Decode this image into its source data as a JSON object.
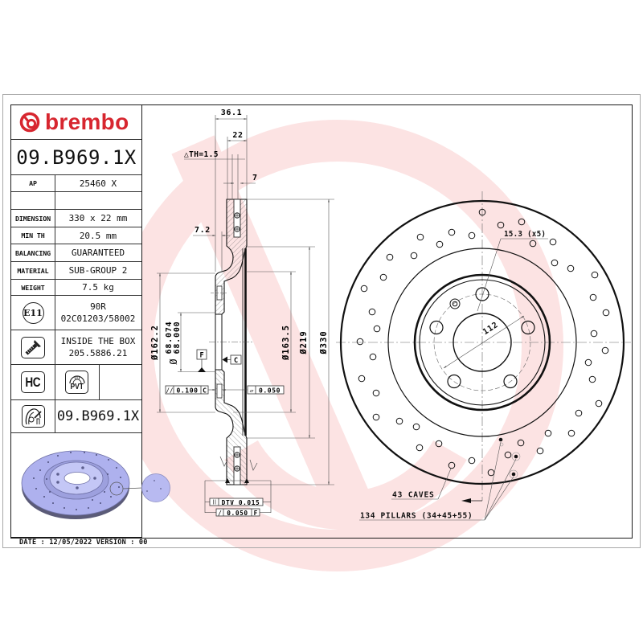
{
  "colors": {
    "brand": "#d7262f",
    "watermark": "#fce3e3",
    "disc_3d": "#aeb1ee",
    "line": "#111111"
  },
  "header": {
    "brand_name": "brembo",
    "part_number": "09.B969.1X"
  },
  "specs": {
    "ap_label": "AP",
    "ap_value": "25460 X",
    "rows": [
      {
        "label": "DIMENSION",
        "value": "330 x 22 mm"
      },
      {
        "label": "MIN TH",
        "value": "20.5 mm"
      },
      {
        "label": "BALANCING",
        "value": "GUARANTEED"
      },
      {
        "label": "MATERIAL",
        "value": "SUB-GROUP 2"
      },
      {
        "label": "WEIGHT",
        "value": "7.5 kg"
      }
    ]
  },
  "approval": {
    "badge": "E11",
    "code": "90R",
    "number": "02C01203/58002"
  },
  "inside_box": {
    "title": "INSIDE THE BOX",
    "code": "205.5886.21"
  },
  "badges": {
    "hc": "HC",
    "pvt": "PVT"
  },
  "product": {
    "part_number": "09.B969.1X"
  },
  "footer": {
    "text": "DATE : 12/05/2022 VERSION : 00"
  },
  "section_view": {
    "overall_width": "36.1",
    "disc_thickness": "22",
    "th_variation": "△TH=1.5",
    "vent_width": "7",
    "flange_thickness": "7.2",
    "dia_flange": "Ø162.2",
    "bore_symbol": "Ø",
    "bore_max": "68.074",
    "bore_min": "68.000",
    "datum_f": "F",
    "datum_c": "C",
    "parallelism": {
      "symbol": "//",
      "value": "0.100",
      "datum": "C"
    },
    "flatness": {
      "symbol": "▱",
      "value": "0.050"
    },
    "dia_hat": "Ø163.5",
    "dia_inner": "Ø219",
    "dia_outer": "Ø330",
    "dtv": {
      "value": "DTV 0.015"
    },
    "runout": {
      "symbol": "/",
      "value": "0.050",
      "datum": "F"
    }
  },
  "front_view": {
    "bolt_holes": "15.3 (x5)",
    "pcd": "112",
    "caves": "43 CAVES",
    "pillars": "134 PILLARS (34+45+55)"
  }
}
